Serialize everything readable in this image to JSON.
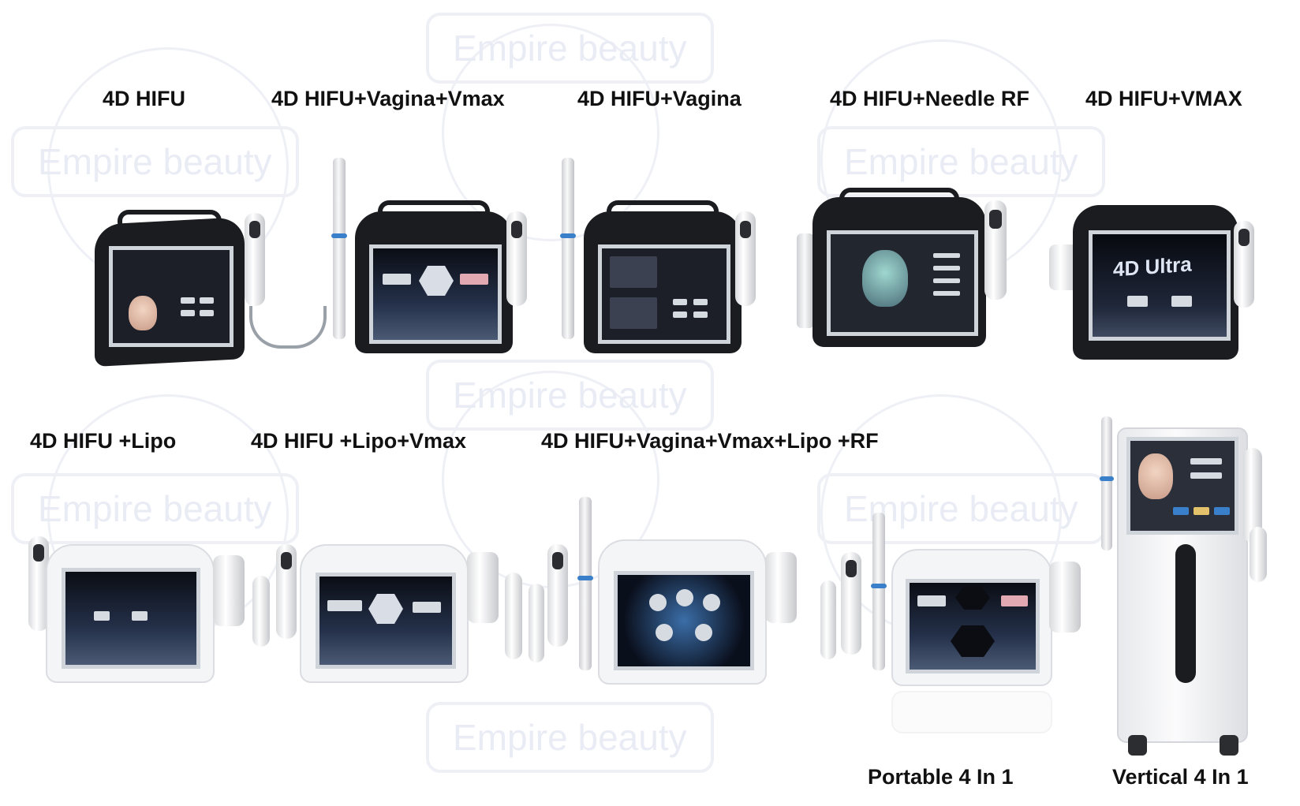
{
  "watermark": {
    "text": "Empire beauty"
  },
  "products": [
    {
      "label": "4D HIFU"
    },
    {
      "label": "4D HIFU+Vagina+Vmax"
    },
    {
      "label": "4D HIFU+Vagina"
    },
    {
      "label": "4D HIFU+Needle RF"
    },
    {
      "label": "4D HIFU+VMAX"
    },
    {
      "label": "4D HIFU +Lipo"
    },
    {
      "label": "4D HIFU +Lipo+Vmax"
    },
    {
      "label": "4D HIFU+Vagina+Vmax+Lipo +RF"
    },
    {
      "label": "Portable 4 In 1"
    },
    {
      "label": "Vertical 4 In 1"
    }
  ],
  "screen_text": {
    "ultra_logo": "4D Ultra"
  },
  "colors": {
    "label": "#111111",
    "black_unit": "#1b1c1f",
    "white_unit": "#f4f5f7",
    "accent": "#3a7fc9"
  }
}
